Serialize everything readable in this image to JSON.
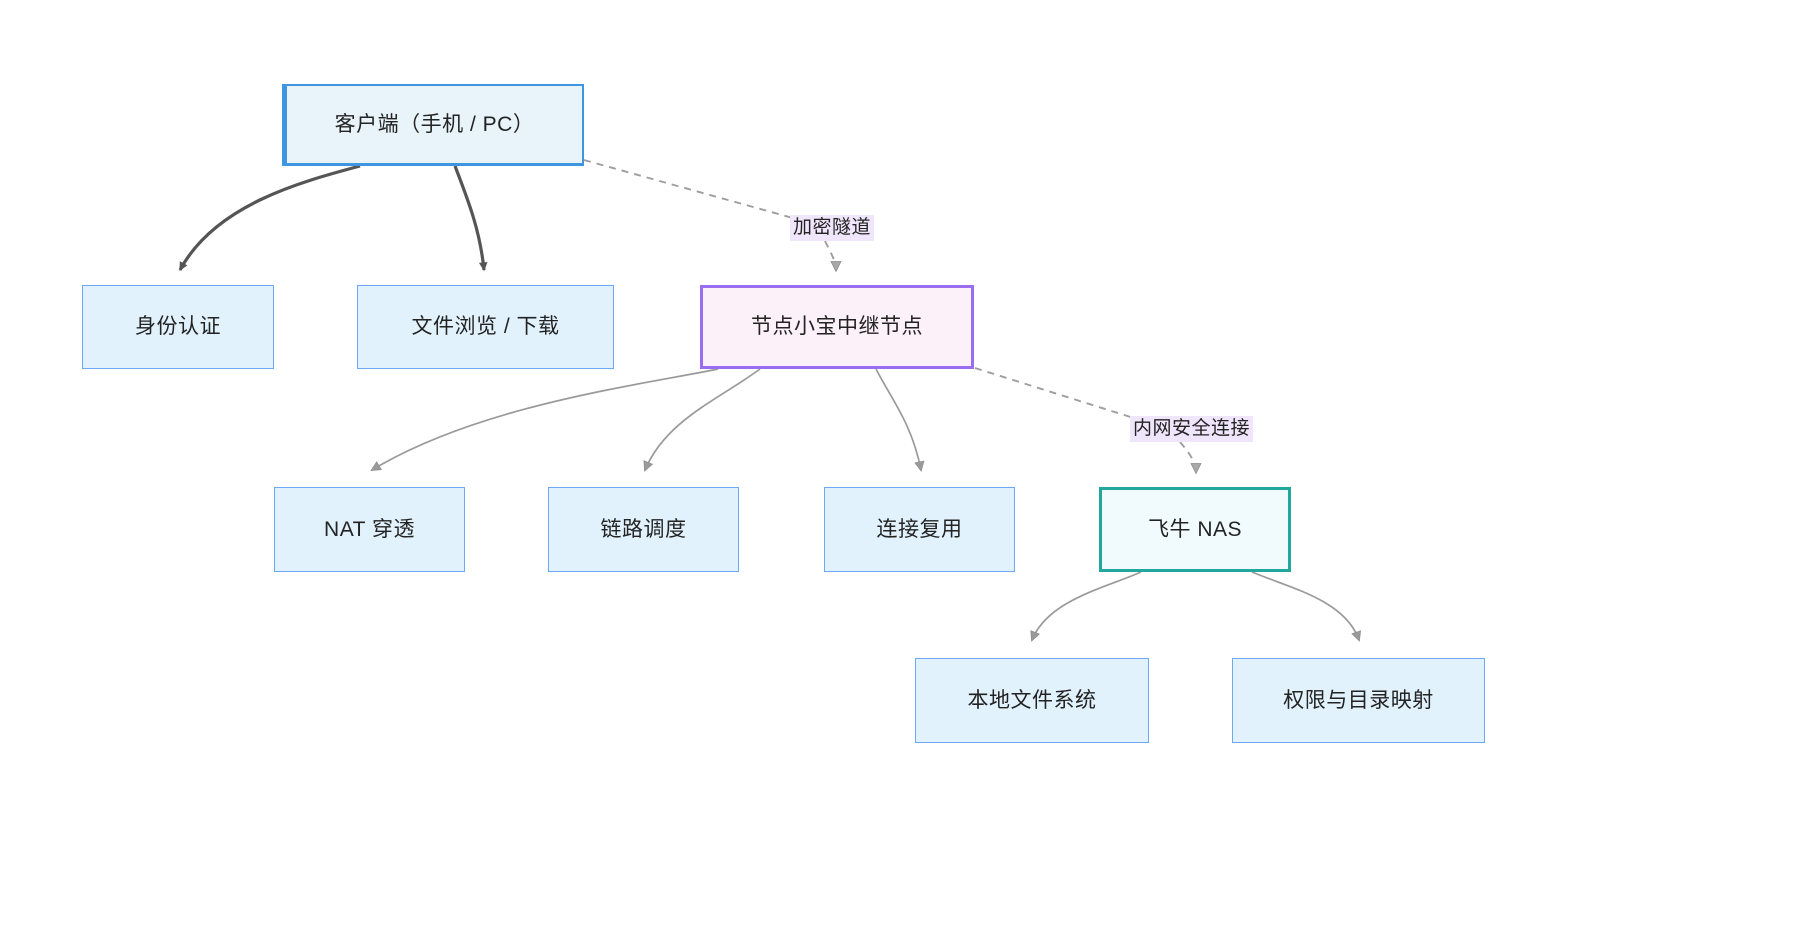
{
  "diagram": {
    "type": "flowchart",
    "title": "",
    "background": "#ffffff",
    "colors": {
      "node_blue_fill": "#e1f2fd",
      "node_blue_stroke": "#6ba8f5",
      "client_fill": "#e8f3fa",
      "client_stroke": "#3e96e0",
      "relay_fill": "#fcf0f9",
      "relay_stroke": "#9a6ef0",
      "nas_fill": "#f1fafc",
      "nas_stroke": "#22a79c",
      "label_fill": "#f0e6fb",
      "edge_solid": "#555555",
      "edge_thin": "#9a9a9a",
      "edge_dashed": "#9e9e9e",
      "text": "#232323"
    },
    "nodes": [
      {
        "id": "client",
        "label": "客户端（手机 / PC）",
        "style": "client"
      },
      {
        "id": "auth",
        "label": "身份认证",
        "style": "blue"
      },
      {
        "id": "browse",
        "label": "文件浏览 / 下载",
        "style": "blue"
      },
      {
        "id": "relay",
        "label": "节点小宝中继节点",
        "style": "purple"
      },
      {
        "id": "nat",
        "label": "NAT 穿透",
        "style": "blue"
      },
      {
        "id": "sched",
        "label": "链路调度",
        "style": "blue"
      },
      {
        "id": "mux",
        "label": "连接复用",
        "style": "blue"
      },
      {
        "id": "nas",
        "label": "飞牛 NAS",
        "style": "teal"
      },
      {
        "id": "fs",
        "label": "本地文件系统",
        "style": "blue"
      },
      {
        "id": "perm",
        "label": "权限与目录映射",
        "style": "blue"
      }
    ],
    "edge_labels": [
      {
        "id": "tunnel",
        "text": "加密隧道"
      },
      {
        "id": "lan",
        "text": "内网安全连接"
      }
    ],
    "edges": [
      {
        "from": "client",
        "to": "auth",
        "kind": "solid"
      },
      {
        "from": "client",
        "to": "browse",
        "kind": "solid"
      },
      {
        "from": "client",
        "to": "relay",
        "kind": "dashed",
        "label": "加密隧道"
      },
      {
        "from": "relay",
        "to": "nat",
        "kind": "thin"
      },
      {
        "from": "relay",
        "to": "sched",
        "kind": "thin"
      },
      {
        "from": "relay",
        "to": "mux",
        "kind": "thin"
      },
      {
        "from": "relay",
        "to": "nas",
        "kind": "dashed",
        "label": "内网安全连接"
      },
      {
        "from": "nas",
        "to": "fs",
        "kind": "thin"
      },
      {
        "from": "nas",
        "to": "perm",
        "kind": "thin"
      }
    ]
  }
}
